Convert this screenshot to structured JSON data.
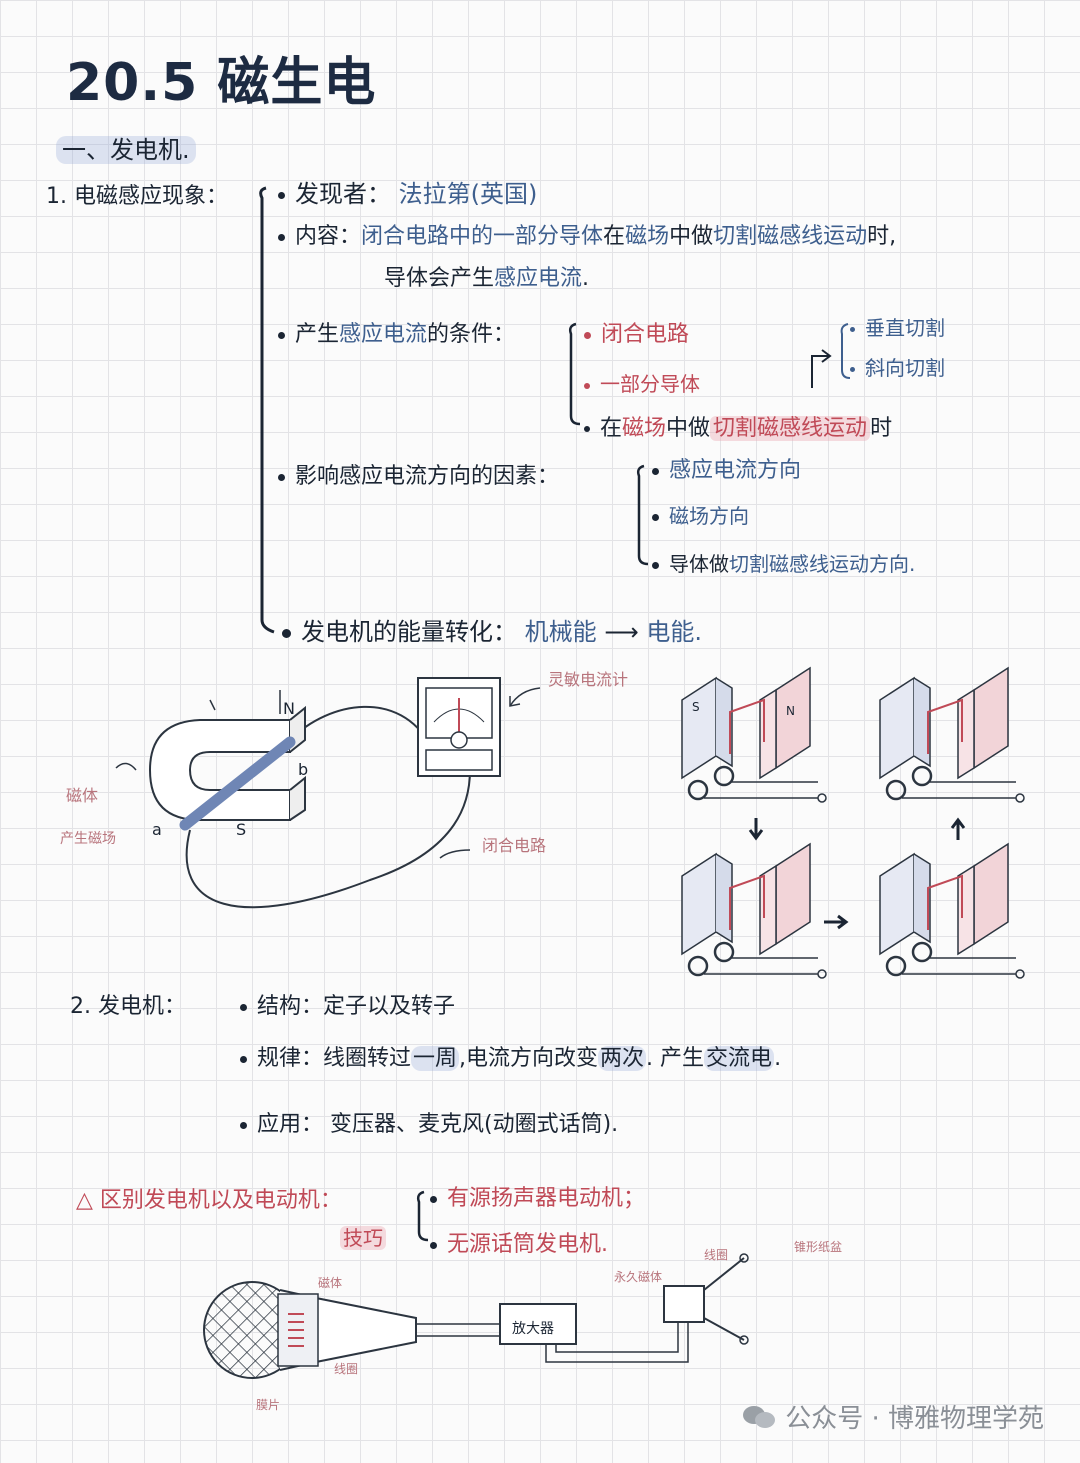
{
  "title": "20.5 磁生电",
  "section1": {
    "heading": "一、发电机.",
    "item1": {
      "label": "1. 电磁感应现象：",
      "discoverer": {
        "key": "发现者：",
        "value": "法拉第(英国)"
      },
      "content": {
        "key": "内容：",
        "line1_a": "闭合电路中的",
        "line1_b": "一部分导体",
        "line1_c": "在",
        "line1_d": "磁场",
        "line1_e": "中做",
        "line1_f": "切割磁感线运动",
        "line1_g": "时,",
        "line2_a": "导体会产生",
        "line2_b": "感应电流",
        "line2_c": "."
      },
      "conditions": {
        "key_a": "产生",
        "key_b": "感应电流",
        "key_c": "的条件：",
        "c1": "闭合电路",
        "c2": "一部分导体",
        "c3_a": "在",
        "c3_b": "磁场",
        "c3_c": "中做",
        "c3_d": "切割磁感线运动",
        "c3_e": "时",
        "cut1": "垂直切割",
        "cut2": "斜向切割"
      },
      "factors": {
        "key": "影响感应电流方向的因素：",
        "f1": "感应电流方向",
        "f2": "磁场方向",
        "f3_a": "导体做",
        "f3_b": "切割磁感线运动方向."
      },
      "energy": {
        "key": "发电机的能量转化：",
        "from": "机械能",
        "arrow": "⟶",
        "to": "电能."
      }
    },
    "diagram": {
      "galvanometer": "灵敏电流计",
      "circuit": "闭合电路",
      "magnet": "磁体",
      "magnet_field": "产生磁场",
      "north": "N",
      "south": "S",
      "end_a": "a",
      "end_b": "b",
      "pole_s": "S",
      "pole_n": "N"
    },
    "item2": {
      "label": "2. 发电机：",
      "structure": "结构：定子以及转子",
      "law_a": "规律：线圈转过",
      "law_b": "一周",
      "law_c": ",电流方向改变",
      "law_d": "两次",
      "law_e": ". 产生",
      "law_f": "交流电",
      "law_g": ".",
      "application": "应用：  变压器、麦克风(动圈式话筒)."
    }
  },
  "tip": {
    "mark": "△",
    "label": "区别发电机以及电动机：",
    "skill": "技巧",
    "t1": "有源扬声器电动机；",
    "t2": "无源话筒发电机."
  },
  "mic": {
    "magnet": "磁体",
    "coil": "线圈",
    "membrane": "膜片",
    "amplifier": "放大器",
    "coil2": "线圈",
    "cone": "锥形纸盆",
    "permanent_magnet": "永久磁体"
  },
  "watermark": "公众号 · 博雅物理学苑"
}
